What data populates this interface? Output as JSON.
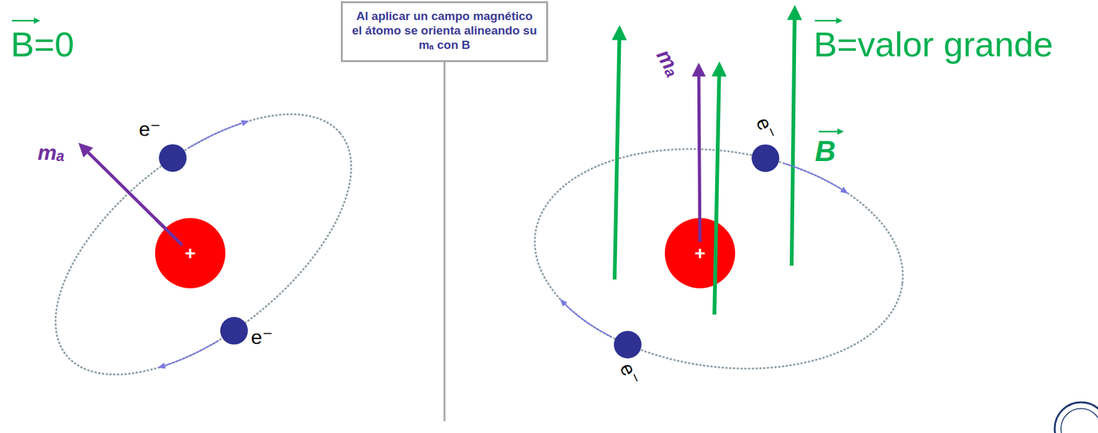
{
  "diagram": {
    "nodes": [
      {
        "text": [
          "+"
        ]
      },
      {
        "text": [
          "Al aplicar un campo magnético el átomo se orienta alineando su mₐ con B"
        ]
      },
      {
        "text": [
          "+"
        ]
      }
    ],
    "labels": [
      "B=0",
      "mₐ",
      "e⁻",
      "e⁻",
      "mₐ",
      "B=valor grande",
      "B",
      "e⁻",
      "e⁻"
    ]
  }
}
